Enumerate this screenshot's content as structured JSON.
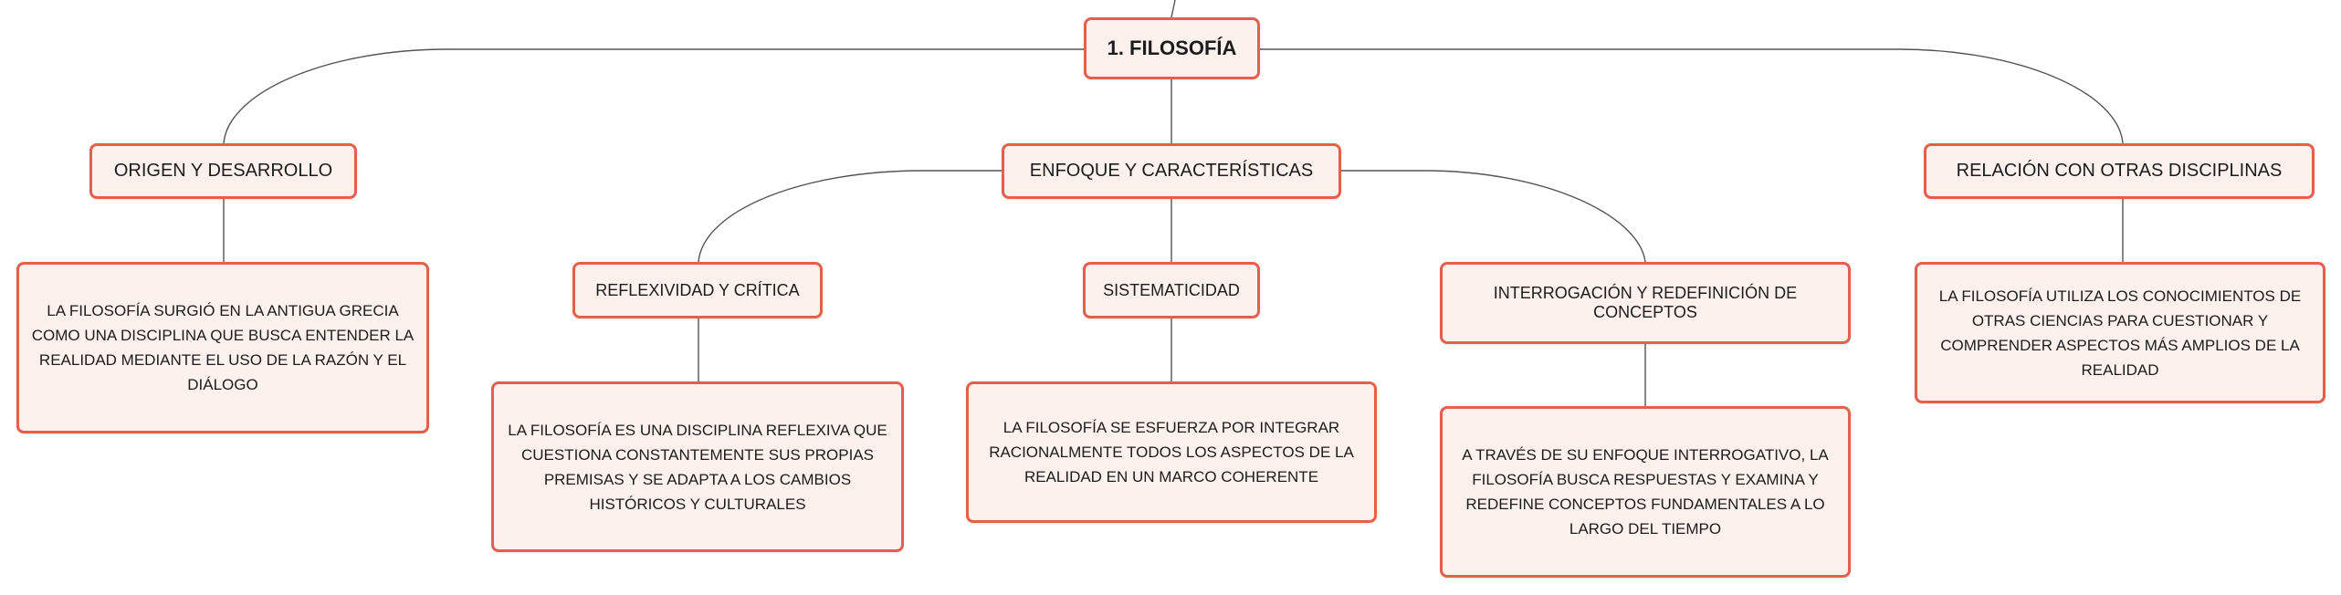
{
  "root": {
    "label": "1. FILOSOFÍA"
  },
  "branches": [
    {
      "label": "ORIGEN Y DESARROLLO",
      "description": "LA FILOSOFÍA SURGIÓ EN LA ANTIGUA GRECIA COMO UNA DISCIPLINA QUE BUSCA ENTENDER LA REALIDAD MEDIANTE EL USO DE LA RAZÓN Y EL DIÁLOGO"
    },
    {
      "label": "ENFOQUE Y CARACTERÍSTICAS",
      "children": [
        {
          "label": "REFLEXIVIDAD Y CRÍTICA",
          "description": "LA FILOSOFÍA ES UNA DISCIPLINA REFLEXIVA QUE CUESTIONA CONSTANTEMENTE SUS PROPIAS PREMISAS Y SE ADAPTA A LOS CAMBIOS HISTÓRICOS Y CULTURALES"
        },
        {
          "label": "SISTEMATICIDAD",
          "description": "LA FILOSOFÍA SE ESFUERZA POR INTEGRAR RACIONALMENTE TODOS LOS ASPECTOS DE LA REALIDAD EN UN MARCO COHERENTE"
        },
        {
          "label": "INTERROGACIÓN Y REDEFINICIÓN DE CONCEPTOS",
          "description": "A TRAVÉS DE SU ENFOQUE INTERROGATIVO, LA FILOSOFÍA BUSCA RESPUESTAS Y EXAMINA Y REDEFINE CONCEPTOS FUNDAMENTALES A LO LARGO DEL TIEMPO"
        }
      ]
    },
    {
      "label": "RELACIÓN CON OTRAS DISCIPLINAS",
      "description": "LA FILOSOFÍA UTILIZA LOS CONOCIMIENTOS DE OTRAS CIENCIAS PARA CUESTIONAR Y COMPRENDER ASPECTOS MÁS AMPLIOS DE LA REALIDAD"
    }
  ],
  "colors": {
    "node_border": "#e5604c",
    "node_fill": "#fdf1ee",
    "connector": "#555555"
  }
}
